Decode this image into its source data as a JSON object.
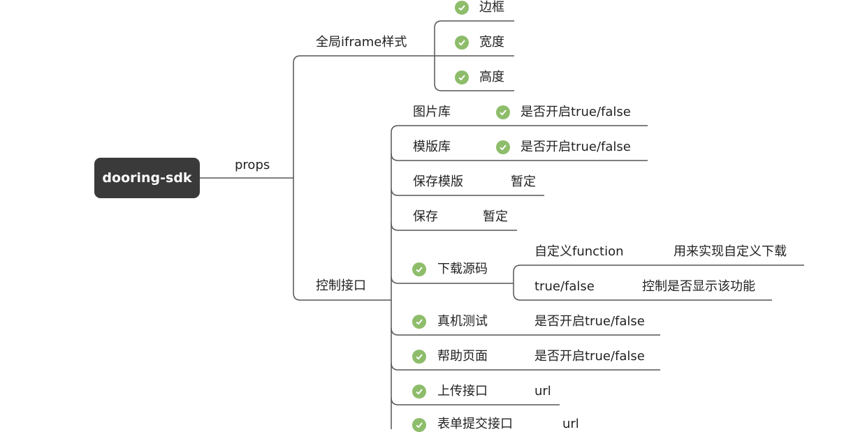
{
  "root": {
    "label": "dooring-sdk"
  },
  "props_branch": {
    "label": "props"
  },
  "iframe_branch": {
    "label": "全局iframe样式",
    "items": [
      "边框",
      "宽度",
      "高度"
    ]
  },
  "control_branch": {
    "label": "控制接口",
    "items": [
      {
        "label": "图片库",
        "note": "是否开启true/false"
      },
      {
        "label": "模版库",
        "note": "是否开启true/false"
      },
      {
        "label": "保存模版",
        "note": "暂定"
      },
      {
        "label": "保存",
        "note": "暂定"
      },
      {
        "label": "下载源码",
        "children": [
          {
            "label": "自定义function",
            "note": "用来实现自定义下载"
          },
          {
            "label": "true/false",
            "note": "控制是否显示该功能"
          }
        ]
      },
      {
        "label": "真机测试",
        "note": "是否开启true/false"
      },
      {
        "label": "帮助页面",
        "note": "是否开启true/false"
      },
      {
        "label": "上传接口",
        "note": "url"
      },
      {
        "label": "表单提交接口",
        "note": "url"
      }
    ]
  },
  "colors": {
    "root_bg": "#3a3a3a",
    "line": "#555555",
    "check": "#8dbd6a"
  },
  "icon": "check-circle-icon"
}
